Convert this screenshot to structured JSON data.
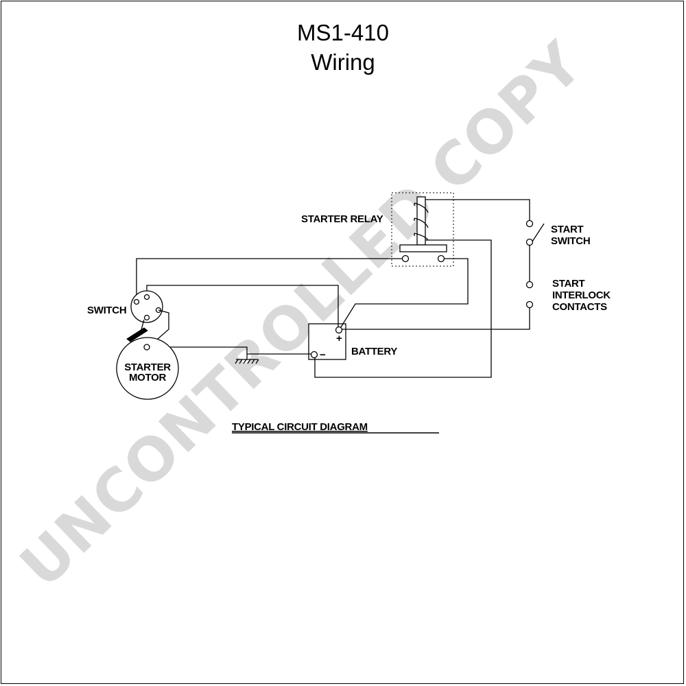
{
  "title": "MS1-410",
  "subtitle": "Wiring",
  "labels": {
    "starter_relay": "STARTER RELAY",
    "start_switch": [
      "START",
      "SWITCH"
    ],
    "start_interlock_contacts": [
      "START",
      "INTERLOCK",
      "CONTACTS"
    ],
    "switch": "SWITCH",
    "starter_motor": [
      "STARTER",
      "MOTOR"
    ],
    "battery": "BATTERY",
    "battery_plus": "+",
    "battery_minus": "−",
    "caption": "TYPICAL CIRCUIT DIAGRAM"
  },
  "watermark": "UNCONTROLLED COPY",
  "colors": {
    "line": "#000000",
    "watermark": "#d9d9d9",
    "background": "#ffffff"
  }
}
